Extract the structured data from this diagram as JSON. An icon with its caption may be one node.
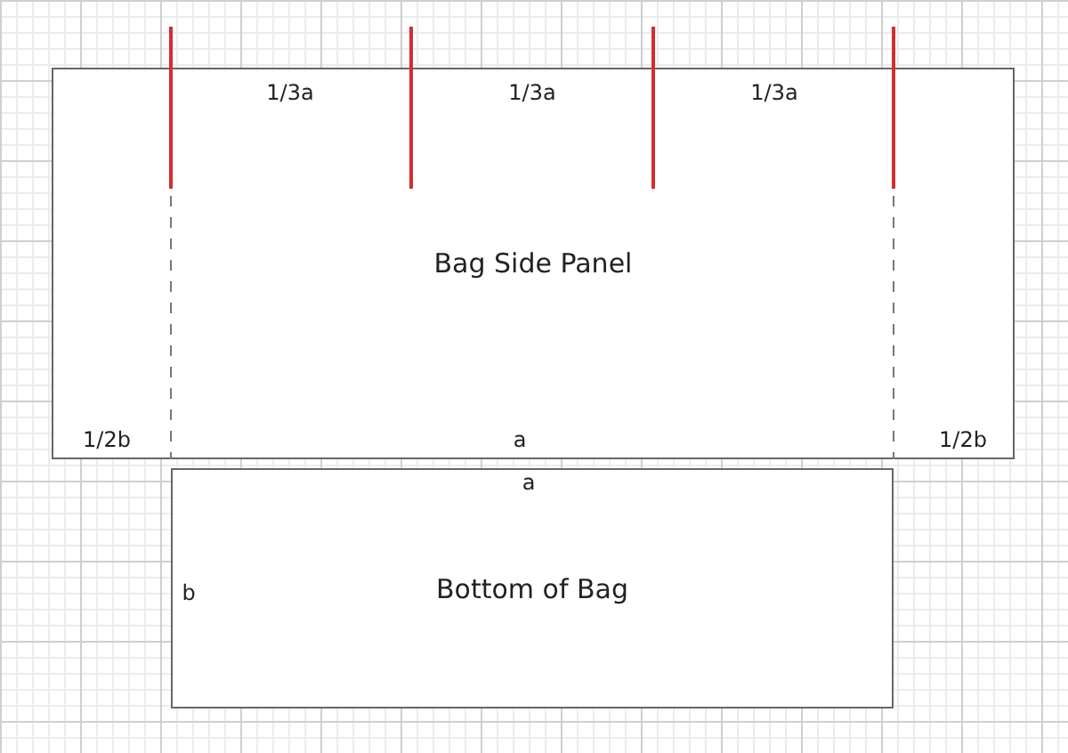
{
  "diagram": {
    "nodes": [
      {
        "text": [
          "Bag Side Panel"
        ]
      },
      {
        "text": [
          "Bottom of Bag"
        ]
      }
    ],
    "edges": [],
    "labels": [
      "1/3a",
      "1/3a",
      "1/3a",
      "1/2b",
      "a",
      "1/2b",
      "a",
      "b"
    ]
  }
}
